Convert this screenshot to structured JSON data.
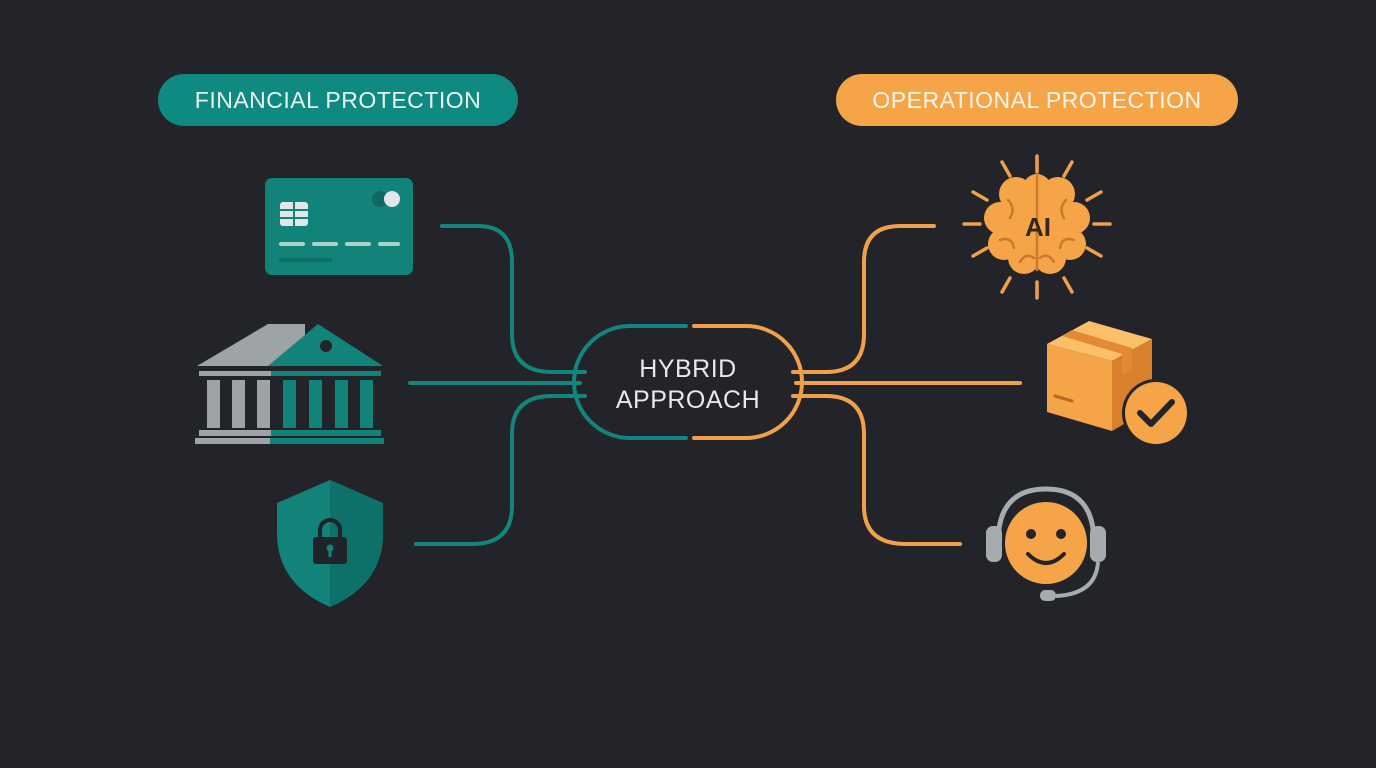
{
  "left_group": {
    "title": "FINANCIAL PROTECTION",
    "icons": [
      "credit-card-icon",
      "bank-icon",
      "shield-lock-icon"
    ]
  },
  "right_group": {
    "title": "OPERATIONAL PROTECTION",
    "icons": [
      "ai-brain-icon",
      "package-check-icon",
      "support-agent-icon"
    ]
  },
  "hub": {
    "line1": "HYBRID",
    "line2": "APPROACH"
  },
  "ai_icon_text": "AI",
  "colors": {
    "background": "#22242a",
    "teal": "#0f8a80",
    "orange": "#f5a447",
    "gray": "#a7abb0",
    "text": "#e6e8ea"
  }
}
